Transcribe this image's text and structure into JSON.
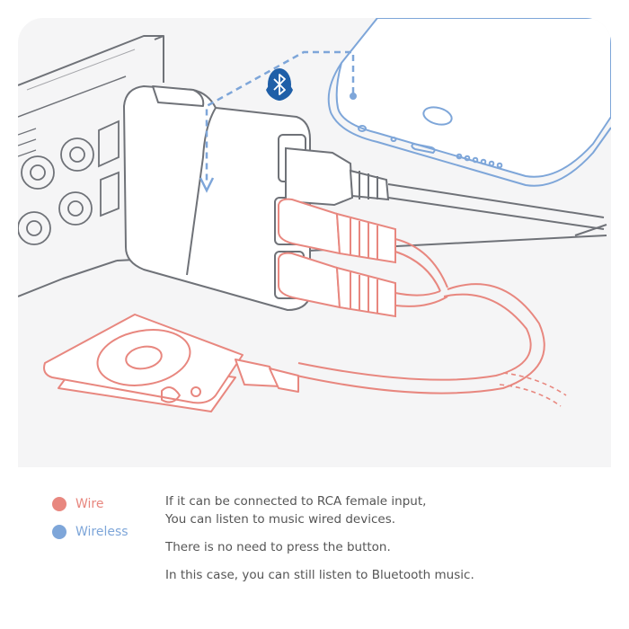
{
  "legend": {
    "wire": {
      "label": "Wire",
      "color": "#e8877f"
    },
    "wireless": {
      "label": "Wireless",
      "color": "#7ea6d9"
    }
  },
  "notes": {
    "line1": "If it can be connected to RCA female input,",
    "line2": "You can listen to music wired devices.",
    "line3": "There is no need to press the button.",
    "line4": "In this case, you can still listen to Bluetooth music."
  },
  "colors": {
    "outline_gray": "#6f7278",
    "wire_accent": "#e8877f",
    "wireless_accent": "#7ea6d9",
    "bluetooth_badge": "#1f5fa8",
    "panel_bg": "#f5f5f6"
  },
  "icons": [
    "bluetooth-icon"
  ]
}
